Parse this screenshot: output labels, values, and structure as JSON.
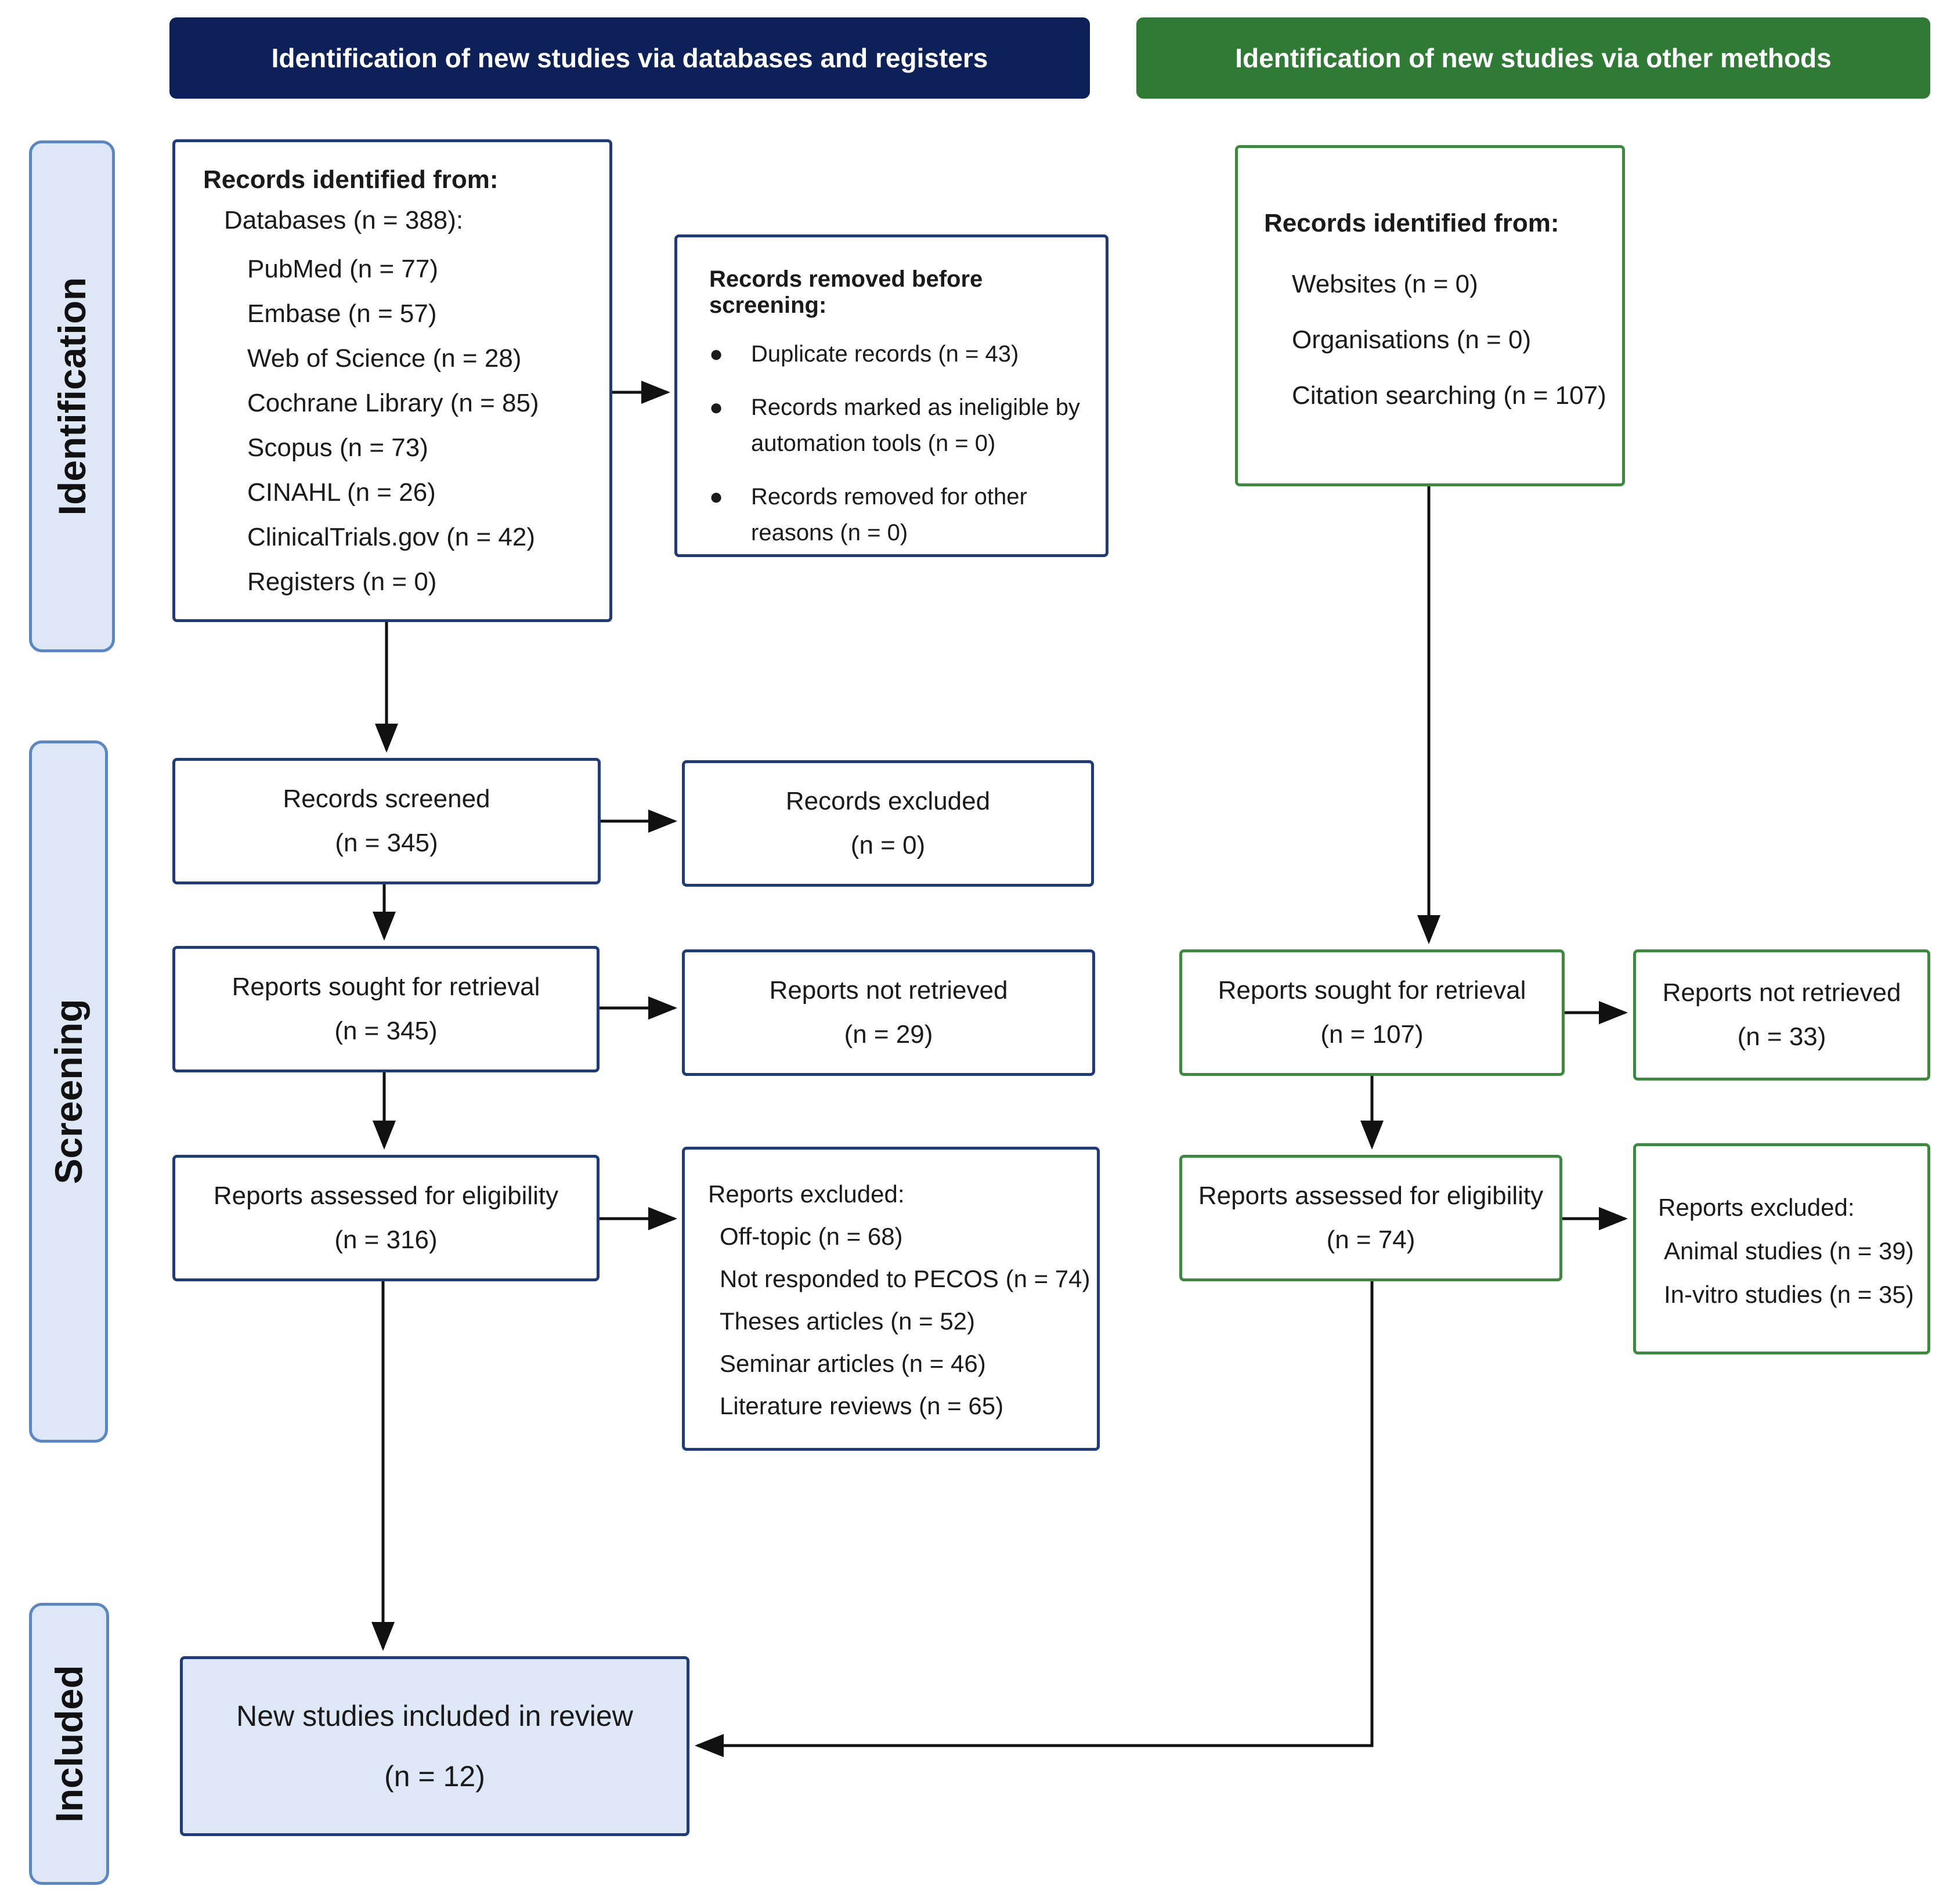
{
  "headers": {
    "databases": "Identification of new studies via databases and registers",
    "other": "Identification of new studies via other methods"
  },
  "phases": {
    "identification": "Identification",
    "screening": "Screening",
    "included": "Included"
  },
  "db_identified": {
    "title": "Records identified from:",
    "subtitle": "Databases (n = 388):",
    "items": [
      "PubMed (n = 77)",
      "Embase (n = 57)",
      "Web of Science (n = 28)",
      "Cochrane Library (n = 85)",
      "Scopus (n = 73)",
      "CINAHL (n = 26)",
      "ClinicalTrials.gov (n = 42)",
      "Registers (n = 0)"
    ]
  },
  "removed": {
    "title": "Records removed before screening:",
    "items": [
      "Duplicate records (n = 43)",
      "Records marked as ineligible by automation tools (n = 0)",
      "Records removed for other reasons (n = 0)"
    ]
  },
  "other_identified": {
    "title": "Records identified from:",
    "items": [
      "Websites (n = 0)",
      "Organisations (n = 0)",
      "Citation searching (n = 107)"
    ]
  },
  "db_flow": {
    "screened": {
      "label": "Records screened",
      "count": "(n = 345)"
    },
    "excluded": {
      "label": "Records excluded",
      "count": "(n = 0)"
    },
    "sought": {
      "label": "Reports sought for retrieval",
      "count": "(n = 345)"
    },
    "not_retrieved": {
      "label": "Reports not retrieved",
      "count": "(n = 29)"
    },
    "assessed": {
      "label": "Reports assessed for eligibility",
      "count": "(n = 316)"
    },
    "reports_excluded": {
      "title": "Reports excluded:",
      "items": [
        "Off-topic (n = 68)",
        "Not responded to PECOS (n = 74)",
        "Theses articles (n = 52)",
        "Seminar articles (n = 46)",
        "Literature reviews (n = 65)"
      ]
    }
  },
  "other_flow": {
    "sought": {
      "label": "Reports sought for retrieval",
      "count": "(n = 107)"
    },
    "not_retrieved": {
      "label": "Reports not retrieved",
      "count": "(n = 33)"
    },
    "assessed": {
      "label": "Reports assessed for eligibility",
      "count": "(n = 74)"
    },
    "reports_excluded": {
      "title": "Reports excluded:",
      "items": [
        "Animal studies (n = 39)",
        "In-vitro studies (n = 35)"
      ]
    }
  },
  "included": {
    "label": "New studies included in review",
    "count": "(n = 12)"
  },
  "colors": {
    "db_header": "#0d2158",
    "other_header": "#2f7a34",
    "db_border": "#1f3b7a",
    "other_border": "#3b8a3d",
    "phase_fill": "#dde7f6",
    "phase_border": "#5b86c4"
  }
}
